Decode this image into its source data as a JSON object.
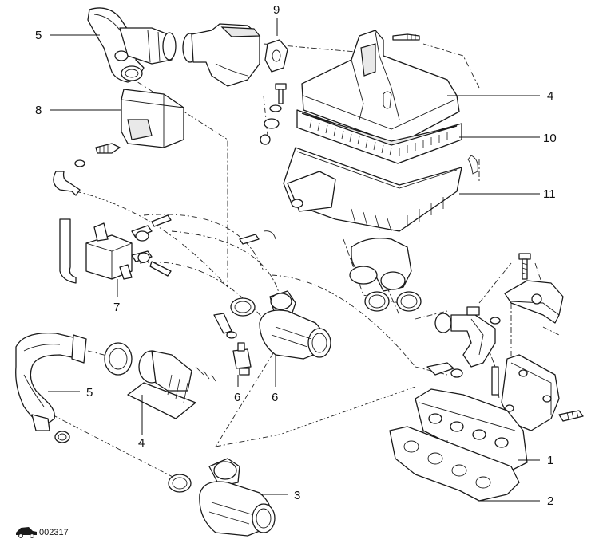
{
  "callouts": {
    "c1": "1",
    "c2": "2",
    "c3": "3",
    "c4a": "4",
    "c4b": "4",
    "c5a": "5",
    "c5b": "5",
    "c6a": "6",
    "c6b": "6",
    "c7": "7",
    "c8": "8",
    "c9": "9",
    "c10": "10",
    "c11": "11"
  },
  "reference_code": "002317",
  "colors": {
    "line": "#1a1a1a",
    "background": "#ffffff"
  }
}
